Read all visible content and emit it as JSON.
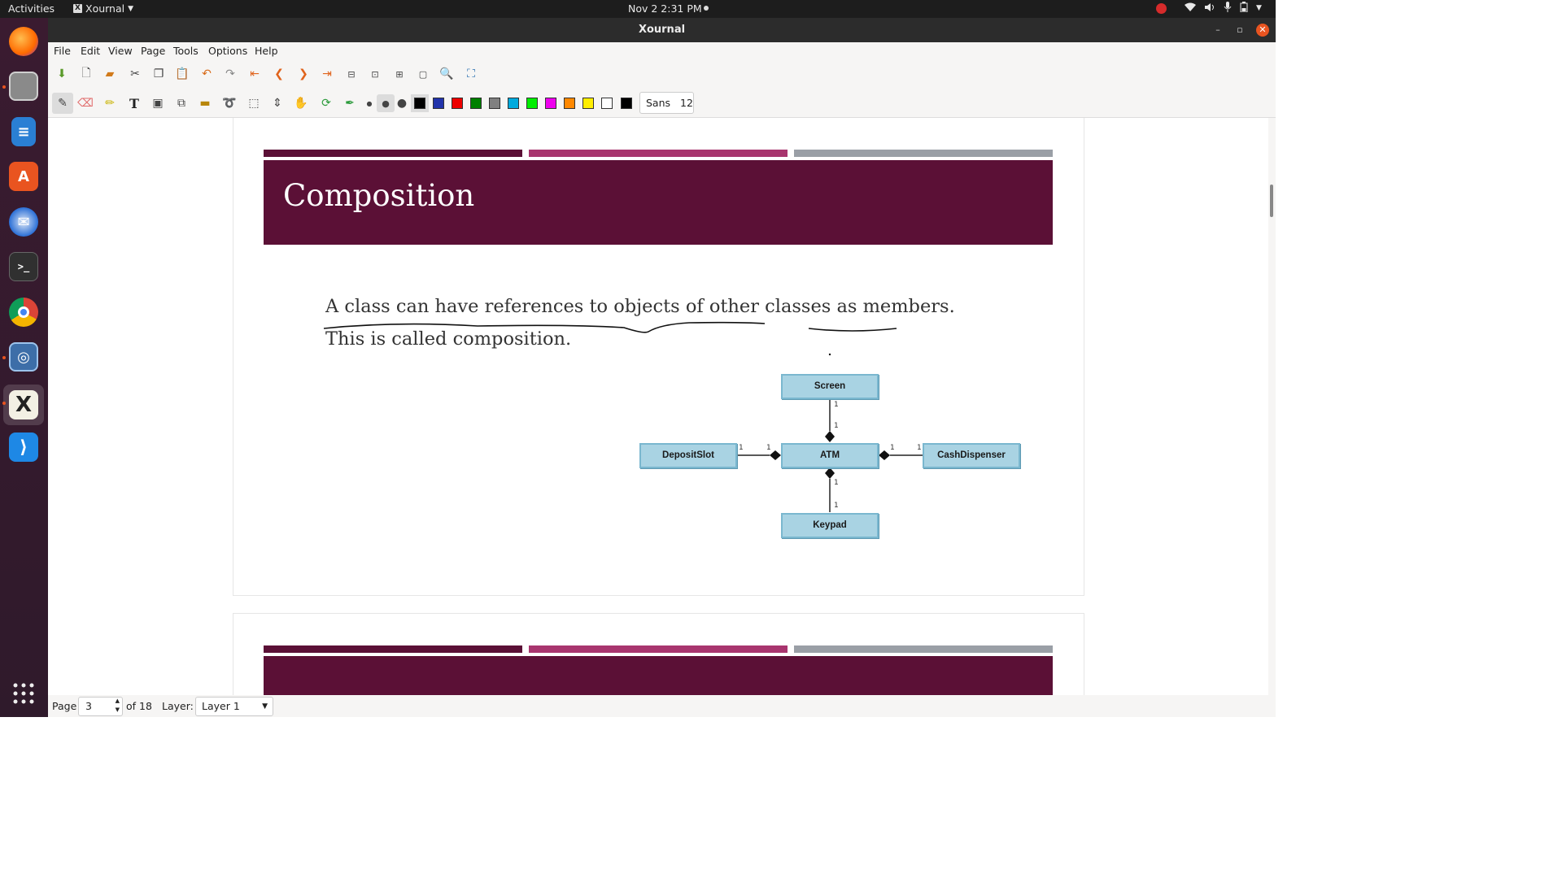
{
  "topbar": {
    "activities": "Activities",
    "app_name": "Xournal",
    "clock": "Nov 2  2:31 PM"
  },
  "dock": {
    "items": [
      "firefox",
      "files",
      "libreoffice-writer",
      "software-center",
      "thunderbird",
      "terminal",
      "chrome",
      "screenshot-tool",
      "xournal",
      "vscode",
      "show-apps"
    ]
  },
  "window": {
    "title": "Xournal"
  },
  "menubar": {
    "items": [
      "File",
      "Edit",
      "View",
      "Page",
      "Tools",
      "Options",
      "Help"
    ]
  },
  "toolbar": {
    "font_name": "Sans",
    "font_size": "12",
    "colors": [
      "#000000",
      "#2233aa",
      "#ee0000",
      "#008000",
      "#808080",
      "#00aadd",
      "#00ee00",
      "#ee00ee",
      "#ff8800",
      "#ffee00",
      "#ffffff",
      "#000000"
    ]
  },
  "slide": {
    "title": "Composition",
    "line1": "A class can have references to objects of other classes as members.",
    "line2": "This is called composition.",
    "accent": "#5b1036",
    "stripe_colors": [
      "#5b1036",
      "#a8356e",
      "#9a9fa6"
    ],
    "diagram": {
      "screen": "Screen",
      "atm": "ATM",
      "deposit": "DepositSlot",
      "cash": "CashDispenser",
      "keypad": "Keypad",
      "mult_top": "1",
      "mult_left": "1",
      "mult_left_inner": "1",
      "mult_right_inner": "1",
      "mult_right": "1",
      "mult_bottom": "1",
      "mult_bottom2": "1",
      "mult_top2": "1"
    }
  },
  "statusbar": {
    "page_label": "Page",
    "page_value": "3",
    "of_total": "of 18",
    "layer_label": "Layer:",
    "layer_value": "Layer 1"
  }
}
